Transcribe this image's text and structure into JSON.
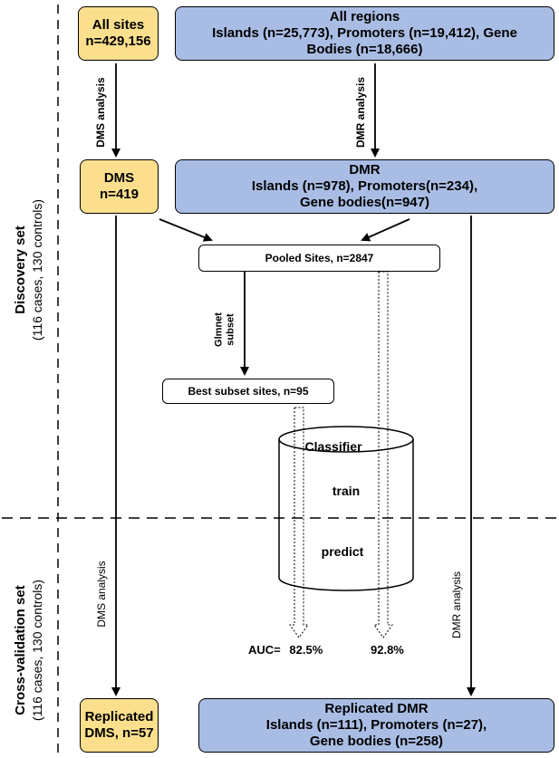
{
  "side_labels": {
    "discovery": {
      "title": "Discovery set",
      "sub": "(116 cases, 130 controls)"
    },
    "cross_validation": {
      "title": "Cross-validation set",
      "sub": "(116 cases, 130 controls)"
    }
  },
  "boxes": {
    "all_sites": {
      "line1": "All sites",
      "line2": "n=429,156"
    },
    "all_regions": {
      "line1": "All regions",
      "line2": "Islands (n=25,773), Promoters (n=19,412), Gene",
      "line3": "Bodies (n=18,666)"
    },
    "dms": {
      "line1": "DMS",
      "line2": "n=419"
    },
    "dmr": {
      "line1": "DMR",
      "line2": "Islands (n=978), Promoters(n=234),",
      "line3": "Gene bodies(n=947)"
    },
    "pooled": {
      "label": "Pooled Sites, n=2847"
    },
    "best_subset": {
      "label": "Best subset sites, n=95"
    },
    "replicated_dms": {
      "line1": "Replicated",
      "line2": "DMS, n=57"
    },
    "replicated_dmr": {
      "line1": "Replicated DMR",
      "line2": "Islands (n=111), Promoters (n=27),",
      "line3": "Gene bodies (n=258)"
    }
  },
  "arrow_labels": {
    "dms_analysis_top": "DMS analysis",
    "dmr_analysis_top": "DMR analysis",
    "glmnet_line1": "Glmnet",
    "glmnet_line2": "subset",
    "dms_analysis_bottom": "DMS analysis",
    "dmr_analysis_bottom": "DMR analysis"
  },
  "classifier": {
    "title": "Classifier",
    "train": "train",
    "predict": "predict"
  },
  "auc": {
    "label": "AUC=",
    "value1": "82.5%",
    "value2": "92.8%"
  },
  "colors": {
    "yellow": "#fbdf8c",
    "blue": "#a9bde4"
  }
}
